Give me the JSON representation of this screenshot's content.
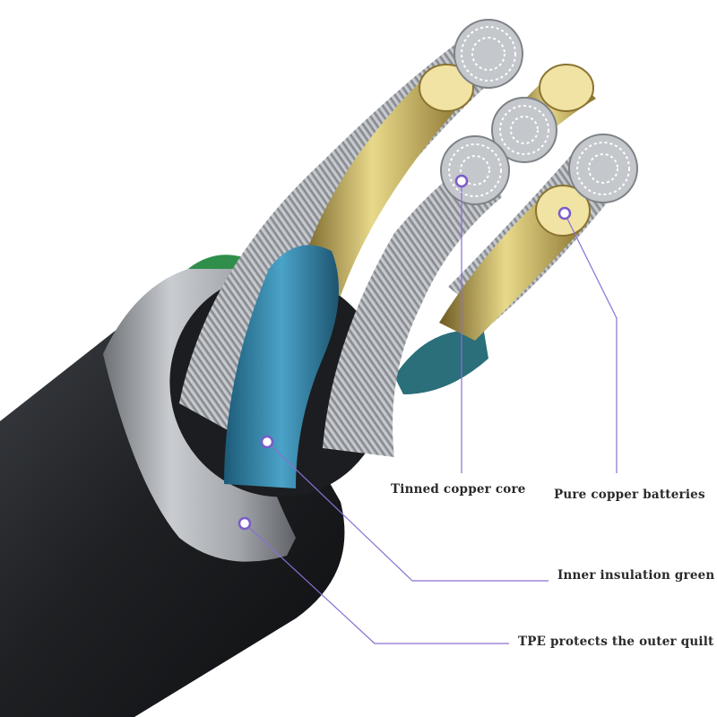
{
  "callouts": [
    {
      "id": "tinned-copper-core",
      "label": "Tinned copper core"
    },
    {
      "id": "pure-copper-batteries",
      "label": "Pure copper batteries"
    },
    {
      "id": "inner-insulation-green",
      "label": "Inner insulation green"
    },
    {
      "id": "tpe-outer-quilt",
      "label": "TPE protects the outer quilt"
    }
  ],
  "colors": {
    "callout_line": "#8a6fd1",
    "outer_jacket": "#1d1f22",
    "silver_band": "#9a9ea3",
    "tinned_strands": "#b9bdc2",
    "copper_gold": "#c9b35a",
    "insulation_blue": "#2f7fa3",
    "insulation_green": "#2f8f4a"
  }
}
